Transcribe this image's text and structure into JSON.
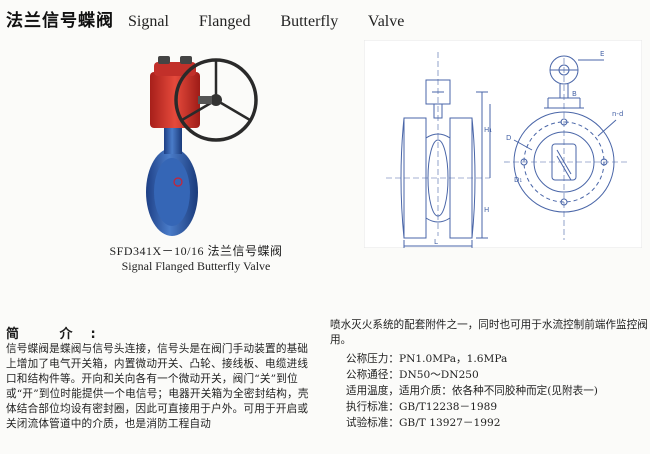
{
  "header": {
    "title_cn": "法兰信号蝶阀",
    "title_en": "Signal Flanged Butterfly Valve"
  },
  "product": {
    "model_caption": "SFD341X－10/16 法兰信号蝶阀",
    "english_caption": "Signal Flanged Butterfly Valve"
  },
  "drawing": {
    "labels": [
      "E",
      "B",
      "D",
      "n-d",
      "D₁",
      "L",
      "H₁",
      "H"
    ]
  },
  "intro": {
    "heading": "简 介:",
    "body": "信号蝶阀是蝶阀与信号头连接，信号头是在阀门手动装置的基础上增加了电气开关箱，内置微动开关、凸轮、接线板、电缆进线口和结构件等。开向和关向各有一个微动开关，阀门“关”到位或“开”到位时能提供一个电信号；电器开关箱为全密封结构，壳体结合部位均设有密封圈，因此可直接用于户外。可用于开启或关闭流体管道中的介质，也是消防工程自动"
  },
  "continuation": "喷水灭火系统的配套附件之一，同时也可用于水流控制前端作监控阀用。",
  "specs": [
    "公称压力：PN1.0MPa，1.6MPa",
    "公称通径：DN50～DN250",
    "适用温度，适用介质：依各种不同胶种而定(见附表一)",
    "执行标准：GB/T12238－1989",
    "试验标准：GB/T 13927－1992"
  ],
  "colors": {
    "valve_body": "#2f5fae",
    "actuator": "#d8322b",
    "handwheel": "#2a2a2a",
    "drawing_line": "#4a66a8"
  }
}
